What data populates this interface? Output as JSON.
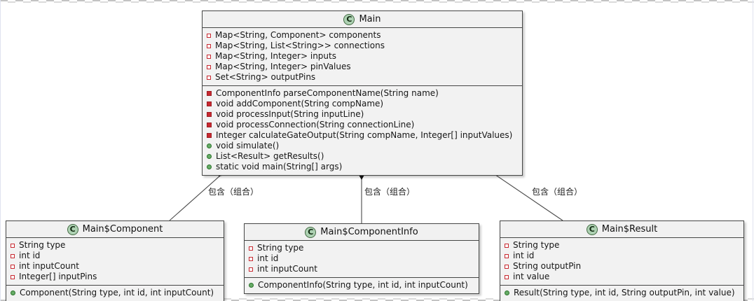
{
  "classes": [
    {
      "icon_letter": "C",
      "name": "Main",
      "fields": [
        {
          "visibility": "private",
          "kind": "field",
          "text": "Map<String, Component> components"
        },
        {
          "visibility": "private",
          "kind": "field",
          "text": "Map<String, List<String>> connections"
        },
        {
          "visibility": "private",
          "kind": "field",
          "text": "Map<String, Integer> inputs"
        },
        {
          "visibility": "private",
          "kind": "field",
          "text": "Map<String, Integer> pinValues"
        },
        {
          "visibility": "private",
          "kind": "field",
          "text": "Set<String> outputPins"
        }
      ],
      "methods": [
        {
          "visibility": "private",
          "kind": "method",
          "text": "ComponentInfo parseComponentName(String name)"
        },
        {
          "visibility": "private",
          "kind": "method",
          "text": "void addComponent(String compName)"
        },
        {
          "visibility": "private",
          "kind": "method",
          "text": "void processInput(String inputLine)"
        },
        {
          "visibility": "private",
          "kind": "method",
          "text": "void processConnection(String connectionLine)"
        },
        {
          "visibility": "private",
          "kind": "method",
          "text": "Integer calculateGateOutput(String compName, Integer[] inputValues)"
        },
        {
          "visibility": "public",
          "kind": "method",
          "text": "void simulate()"
        },
        {
          "visibility": "public",
          "kind": "method",
          "text": "List<Result> getResults()"
        },
        {
          "visibility": "public",
          "kind": "method",
          "text": "static void main(String[] args)"
        }
      ]
    },
    {
      "icon_letter": "C",
      "name": "Main$Component",
      "fields": [
        {
          "visibility": "private",
          "kind": "field",
          "text": "String type"
        },
        {
          "visibility": "private",
          "kind": "field",
          "text": "int id"
        },
        {
          "visibility": "private",
          "kind": "field",
          "text": "int inputCount"
        },
        {
          "visibility": "private",
          "kind": "field",
          "text": "Integer[] inputPins"
        }
      ],
      "methods": [
        {
          "visibility": "public",
          "kind": "method",
          "text": "Component(String type, int id, int inputCount)"
        }
      ]
    },
    {
      "icon_letter": "C",
      "name": "Main$ComponentInfo",
      "fields": [
        {
          "visibility": "private",
          "kind": "field",
          "text": "String type"
        },
        {
          "visibility": "private",
          "kind": "field",
          "text": "int id"
        },
        {
          "visibility": "private",
          "kind": "field",
          "text": "int inputCount"
        }
      ],
      "methods": [
        {
          "visibility": "public",
          "kind": "method",
          "text": "ComponentInfo(String type, int id, int inputCount)"
        }
      ]
    },
    {
      "icon_letter": "C",
      "name": "Main$Result",
      "fields": [
        {
          "visibility": "private",
          "kind": "field",
          "text": "String type"
        },
        {
          "visibility": "private",
          "kind": "field",
          "text": "int id"
        },
        {
          "visibility": "private",
          "kind": "field",
          "text": "String outputPin"
        },
        {
          "visibility": "private",
          "kind": "field",
          "text": "int value"
        }
      ],
      "methods": [
        {
          "visibility": "public",
          "kind": "method",
          "text": "Result(String type, int id, String outputPin, int value)"
        }
      ]
    }
  ],
  "edges": [
    {
      "label": "包含（组合）",
      "type": "composition",
      "from": "Main",
      "to": "Main$Component"
    },
    {
      "label": "包含（组合）",
      "type": "composition",
      "from": "Main",
      "to": "Main$ComponentInfo"
    },
    {
      "label": "包含（组合）",
      "type": "composition",
      "from": "Main",
      "to": "Main$Result"
    }
  ],
  "colors": {
    "class_fill": "#f2f2f2",
    "class_border": "#454645",
    "icon_fill": "#ADD1B2",
    "private_red": "#C82930",
    "public_green": "#67AC67",
    "edge_line": "#4a4a4a"
  }
}
